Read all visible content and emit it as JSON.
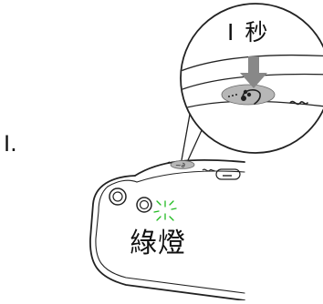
{
  "step": {
    "number": "I."
  },
  "callout": {
    "duration_label": "I 秒"
  },
  "device": {
    "led_label": "綠燈",
    "led_color": "#22bb22",
    "body_stroke": "#222222",
    "button_highlight": "#b7b7b7",
    "arrow_color": "#888888"
  }
}
